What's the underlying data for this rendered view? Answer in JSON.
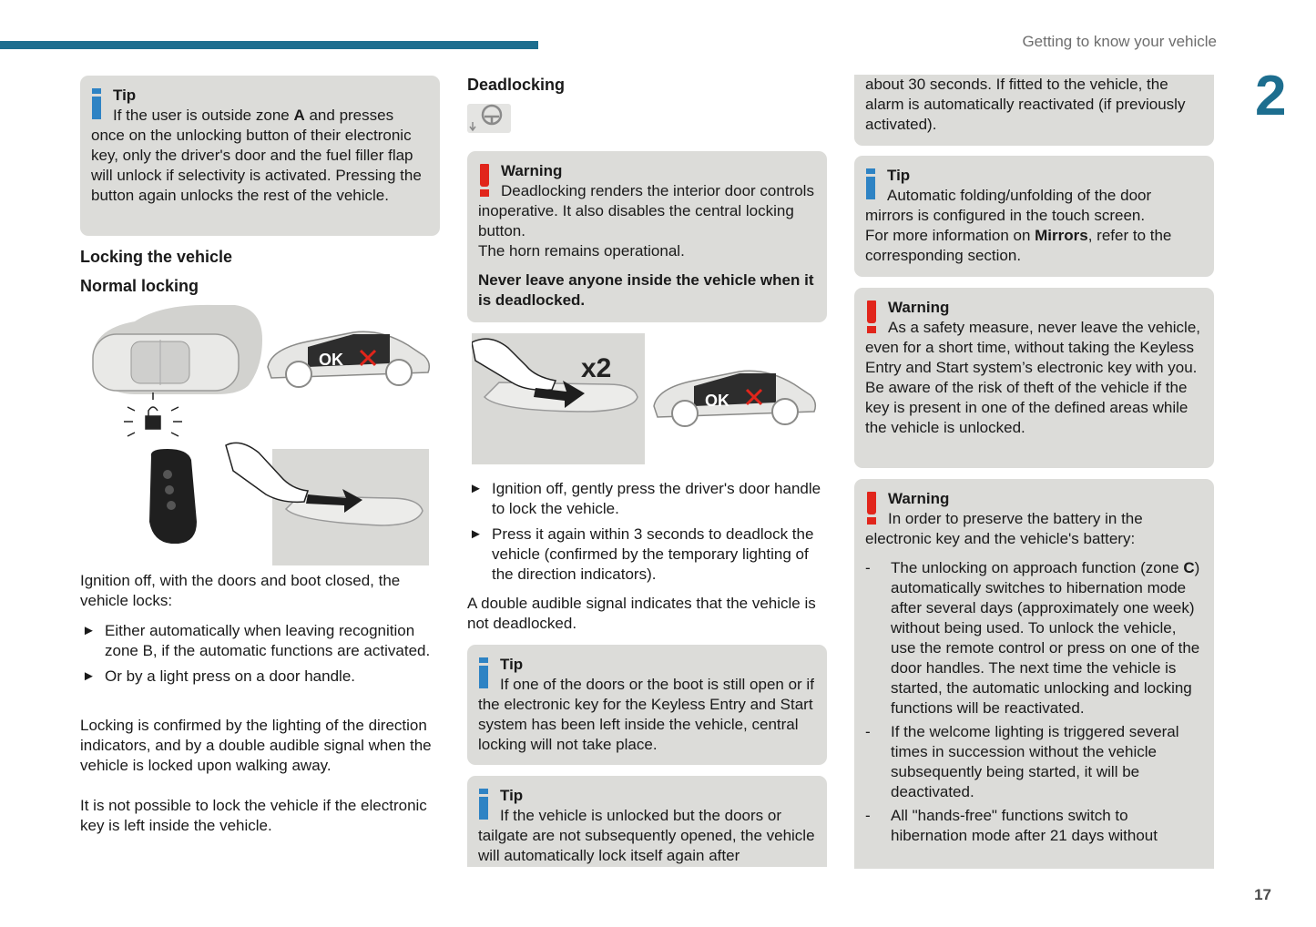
{
  "header": {
    "section_title": "Getting to know your vehicle",
    "chapter_number": "2",
    "page_number": "17"
  },
  "col1": {
    "tip": {
      "label": "Tip",
      "line1_pre": "If the user is outside zone ",
      "line1_bold": "A",
      "line1_post": " and",
      "rest": "presses once on the unlocking button of their electronic key, only the driver's door and the fuel filler flap will unlock if selectivity is activated. Pressing the button again unlocks the rest of the vehicle."
    },
    "heading_locking": "Locking the vehicle",
    "heading_normal": "Normal locking",
    "figure": {
      "ok_label": "OK"
    },
    "intro": "Ignition off, with the doors and boot closed, the vehicle locks:",
    "bullets": [
      "Either automatically when leaving recognition zone B, if the automatic functions are activated.",
      "Or by a light press on a door handle."
    ],
    "para1": "Locking is confirmed by the lighting of the direction indicators, and by a double audible signal when the vehicle is locked upon walking away.",
    "para2": "It is not possible to lock the vehicle if the electronic key is left inside the vehicle."
  },
  "col2": {
    "heading_deadlocking": "Deadlocking",
    "warning": {
      "label": "Warning",
      "text1": "Deadlocking renders the interior door controls inoperative. It also disables the central locking button.",
      "text2": "The horn remains operational.",
      "text_bold": "Never leave anyone inside the vehicle when it is deadlocked."
    },
    "figure": {
      "x2_label": "x2",
      "ok_label": "OK"
    },
    "bullets": [
      "Ignition off, gently press the driver's door handle to lock the vehicle.",
      "Press it again within 3 seconds to deadlock the vehicle (confirmed by the temporary lighting of the direction indicators)."
    ],
    "para": "A double audible signal indicates that the vehicle is not deadlocked.",
    "tip1": {
      "label": "Tip",
      "text": "If one of the doors or the boot is still open or if the electronic key for the Keyless Entry and Start system has been left inside the vehicle, central locking will not take place."
    },
    "tip2": {
      "label": "Tip",
      "text": "If the vehicle is unlocked but the doors or tailgate are not subsequently opened, the vehicle will automatically lock itself again after"
    }
  },
  "col3": {
    "cont_box": "about 30 seconds. If fitted to the vehicle, the alarm is automatically reactivated (if previously activated).",
    "tip": {
      "label": "Tip",
      "text1": "Automatic folding/unfolding of the door mirrors is configured in the touch screen.",
      "text2_pre": "For more information on ",
      "text2_bold": "Mirrors",
      "text2_post": ", refer to the corresponding section."
    },
    "warning1": {
      "label": "Warning",
      "text1": "As a safety measure, never leave the vehicle, even for a short time, without taking the Keyless Entry and Start system’s electronic key with you.",
      "text2": "Be aware of the risk of theft of the vehicle if the key is present in one of the defined areas while the vehicle is unlocked."
    },
    "warning2": {
      "label": "Warning",
      "text": "In order to preserve the battery in the electronic key and the vehicle's battery:",
      "dash": "-",
      "item1_pre": "The unlocking on approach function (zone ",
      "item1_bold": "C",
      "item1_post": ") automatically switches to hibernation mode after several days (approximately one week) without being used. To unlock the vehicle, use the remote control or press on one of the door handles. The next time the vehicle is started, the automatic unlocking and locking functions will be reactivated.",
      "item2": "If the welcome lighting is triggered several times in succession without the vehicle subsequently being started, it will be deactivated.",
      "item3": "All \"hands-free\" functions switch to hibernation mode after 21 days without"
    }
  }
}
